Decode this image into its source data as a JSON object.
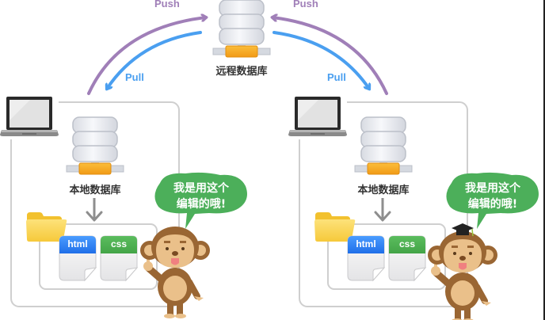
{
  "remote": {
    "label": "远程数据库"
  },
  "arrows": {
    "push_label": "Push",
    "pull_label": "Pull",
    "push_color": "#a07fb8",
    "pull_color": "#4a9ff0"
  },
  "clients": [
    {
      "local_db_label": "本地数据库",
      "files": [
        {
          "name": "html",
          "color": "#2f7ff0"
        },
        {
          "name": "css",
          "color": "#4caf50"
        }
      ],
      "speech": {
        "line1": "我是用这个",
        "line2": "编辑的哦!"
      },
      "character": "monkey"
    },
    {
      "local_db_label": "本地数据库",
      "files": [
        {
          "name": "html",
          "color": "#2f7ff0"
        },
        {
          "name": "css",
          "color": "#4caf50"
        }
      ],
      "speech": {
        "line1": "我是用这个",
        "line2": "编辑的哦!"
      },
      "character": "monkey-with-graduation-cap"
    }
  ],
  "colors": {
    "bubble": "#4caf5a",
    "box_border": "#cfcfcf",
    "db_orange": "#f5a623",
    "monkey_brown": "#9a6633",
    "monkey_face": "#eac08a"
  }
}
